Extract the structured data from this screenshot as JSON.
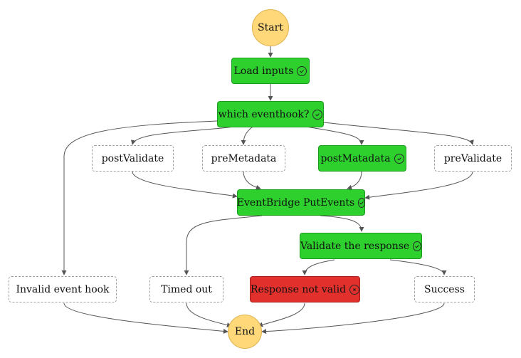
{
  "workflow": {
    "nodes": {
      "start": "Start",
      "load_inputs": "Load inputs",
      "which_eventhook": "which eventhook?",
      "post_validate": "postValidate",
      "pre_metadata": "preMetadata",
      "post_matadata": "postMatadata",
      "pre_validate": "preValidate",
      "eventbridge": "EventBridge PutEvents",
      "validate_response": "Validate the response",
      "invalid_event_hook": "Invalid event hook",
      "timed_out": "Timed out",
      "response_not_valid": "Response not valid",
      "success": "Success",
      "end": "End"
    },
    "states": {
      "load_inputs": "succeeded",
      "which_eventhook": "succeeded",
      "post_matadata": "succeeded",
      "eventbridge": "succeeded",
      "validate_response": "succeeded",
      "response_not_valid": "failed"
    },
    "colors": {
      "succeeded": "#2ed02e",
      "failed": "#e2302c",
      "terminal": "#ffd87a",
      "pending_border": "#a0a0a0"
    },
    "icons": {
      "succeeded": "check-circle-icon",
      "failed": "x-circle-icon"
    }
  }
}
